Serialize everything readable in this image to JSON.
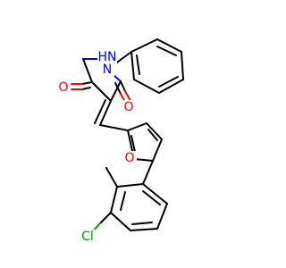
{
  "molecule": {
    "atoms": {
      "o_left": "O",
      "o_right": "O",
      "nh": "HN",
      "n": "N",
      "o_furan": "O",
      "cl": "Cl"
    },
    "colors": {
      "bond": "#000000",
      "oxygen": "#ff0000",
      "nitrogen": "#0000ff",
      "chlorine": "#00a000",
      "background": "#ffffff"
    }
  }
}
